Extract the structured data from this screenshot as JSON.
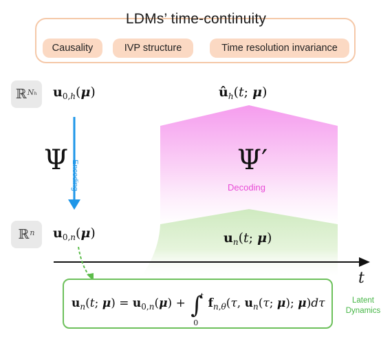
{
  "properties": {
    "title": "LDMs’ time-continuity",
    "pills": [
      {
        "label": "Causality"
      },
      {
        "label": "IVP structure"
      },
      {
        "label": "Time resolution invariance"
      }
    ]
  },
  "diagram": {
    "high_dim_space": {
      "symbol": "ℝ",
      "sup": "Nₕ"
    },
    "low_dim_space": {
      "symbol": "ℝ",
      "sup": "n"
    },
    "encoder_symbol": "Ψ",
    "encoder_label": "Encoding",
    "decoder_symbol": "Ψ′",
    "decoder_label": "Decoding",
    "time_label": "t",
    "latent_label": "Latent\nDynamics",
    "colors": {
      "encoding": "#1e96e8",
      "decoding": "#e84ad6",
      "latent": "#45b545",
      "props_border": "#f5c8a8",
      "pill_fill": "#fbd9c3"
    }
  }
}
